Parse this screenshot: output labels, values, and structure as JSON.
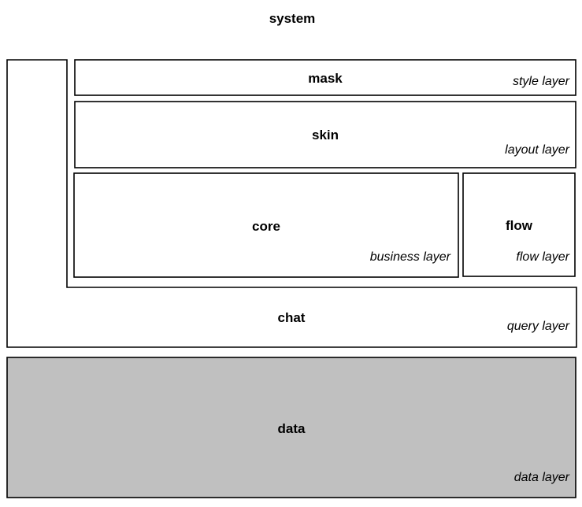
{
  "diagram": {
    "title": "system",
    "blocks": {
      "mask": {
        "name": "mask",
        "layer": "style layer"
      },
      "skin": {
        "name": "skin",
        "layer": "layout layer"
      },
      "core": {
        "name": "core",
        "layer": "business layer"
      },
      "flow": {
        "name": "flow",
        "layer": "flow layer"
      },
      "chat": {
        "name": "chat",
        "layer": "query layer"
      },
      "data": {
        "name": "data",
        "layer": "data layer"
      }
    },
    "colors": {
      "stroke": "#000000",
      "fill": "#ffffff",
      "data_fill": "#c0c0c0"
    }
  }
}
